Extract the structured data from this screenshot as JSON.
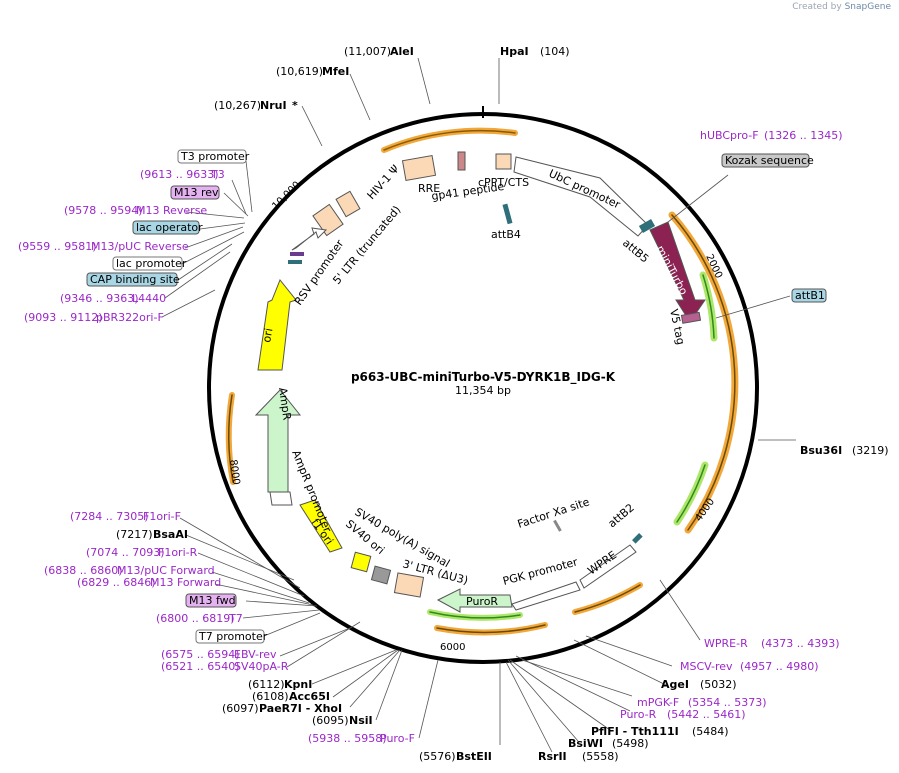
{
  "credit": {
    "prefix": "Created by",
    "brand": "SnapGene"
  },
  "plasmid": {
    "name": "p663-UBC-miniTurbo-V5-DYRK1B_IDG-K",
    "length": "11,354 bp"
  },
  "enzymes": [
    {
      "name": "AleI",
      "position": "(11,007)",
      "star": false
    },
    {
      "name": "HpaI",
      "position": "(104)",
      "star": false
    },
    {
      "name": "MfeI",
      "position": "(10,619)",
      "star": false
    },
    {
      "name": "NruI",
      "position": "(10,267)",
      "star": true
    },
    {
      "name": "Bsu36I",
      "position": "(3219)",
      "star": false
    },
    {
      "name": "BsaAI",
      "position": "(7217)",
      "star": false
    },
    {
      "name": "KpnI",
      "position": "(6112)",
      "star": false
    },
    {
      "name": "Acc65I",
      "position": "(6108)",
      "star": false
    },
    {
      "name": "PaeR7I - XhoI",
      "position": "(6097)",
      "star": false
    },
    {
      "name": "NsiI",
      "position": "(6095)",
      "star": false
    },
    {
      "name": "BstEII",
      "position": "(5576)",
      "star": false
    },
    {
      "name": "RsrII",
      "position": "(5558)",
      "star": false
    },
    {
      "name": "BsiWI",
      "position": "(5498)",
      "star": false
    },
    {
      "name": "PflFI - Tth111I",
      "position": "(5484)",
      "star": false
    },
    {
      "name": "AgeI",
      "position": "(5032)",
      "star": false
    }
  ],
  "primers": [
    {
      "name": "hUBCpro-F",
      "range": "(1326 .. 1345)"
    },
    {
      "name": "T3",
      "range": "(9613 .. 9633)"
    },
    {
      "name": "M13 Reverse",
      "range": "(9578 .. 9594)"
    },
    {
      "name": "M13/pUC Reverse",
      "range": "(9559 .. 9581)"
    },
    {
      "name": "L4440",
      "range": "(9346 .. 9363)"
    },
    {
      "name": "pBR322ori-F",
      "range": "(9093 .. 9112)"
    },
    {
      "name": "F1ori-F",
      "range": "(7284 .. 7305)"
    },
    {
      "name": "F1ori-R",
      "range": "(7074 .. 7093)"
    },
    {
      "name": "M13/pUC Forward",
      "range": "(6838 .. 6860)"
    },
    {
      "name": "M13 Forward",
      "range": "(6829 .. 6846)"
    },
    {
      "name": "T7",
      "range": "(6800 .. 6819)"
    },
    {
      "name": "EBV-rev",
      "range": "(6575 .. 6594)"
    },
    {
      "name": "SV40pA-R",
      "range": "(6521 .. 6540)"
    },
    {
      "name": "Puro-F",
      "range": "(5938 .. 5958)"
    },
    {
      "name": "Puro-R",
      "range": "(5442 .. 5461)"
    },
    {
      "name": "mPGK-F",
      "range": "(5354 .. 5373)"
    },
    {
      "name": "MSCV-rev",
      "range": "(4957 .. 4980)"
    },
    {
      "name": "WPRE-R",
      "range": "(4373 .. 4393)"
    }
  ],
  "boxed_features": [
    {
      "name": "T3 promoter",
      "style": "white"
    },
    {
      "name": "M13 rev",
      "style": "purple"
    },
    {
      "name": "lac operator",
      "style": "blue"
    },
    {
      "name": "lac promoter",
      "style": "white"
    },
    {
      "name": "CAP binding site",
      "style": "blue"
    },
    {
      "name": "Kozak sequence",
      "style": "gray"
    },
    {
      "name": "attB1",
      "style": "blue"
    },
    {
      "name": "M13 fwd",
      "style": "purple"
    },
    {
      "name": "T7 promoter",
      "style": "white"
    }
  ],
  "features": {
    "rre": "RRE",
    "gp41": "gp41 peptide",
    "cppt": "cPPT/CTS",
    "ubc": "UbC promoter",
    "attB4": "attB4",
    "attB5": "attB5",
    "miniturbo": "miniTurbo",
    "v5": "V5 tag",
    "hiv": "HIV-1 Ψ",
    "ltr5": "5' LTR (truncated)",
    "rsv": "RSV promoter",
    "ori": "ori",
    "ampr": "AmpR",
    "ampr_promoter": "AmpR promoter",
    "f1ori": "f1 ori",
    "sv40ori": "SV40 ori",
    "sv40pa": "SV40 poly(A) signal",
    "ltr3": "3' LTR (ΔU3)",
    "factorxa": "Factor Xa site",
    "attB2": "attB2",
    "wpre": "WPRE",
    "pgk": "PGK promoter",
    "puror": "PuroR"
  },
  "ticks": [
    "2000",
    "4000",
    "6000",
    "8000",
    "10,000"
  ],
  "colors": {
    "backbone": "#000000",
    "orange_arc": "#f1a73a",
    "miniturbo": "#8b2252",
    "ori": "#ffff00",
    "ampr": "#ccf5cc",
    "primer": "#9b28c8",
    "green_arrow": "#2e8b1e"
  }
}
